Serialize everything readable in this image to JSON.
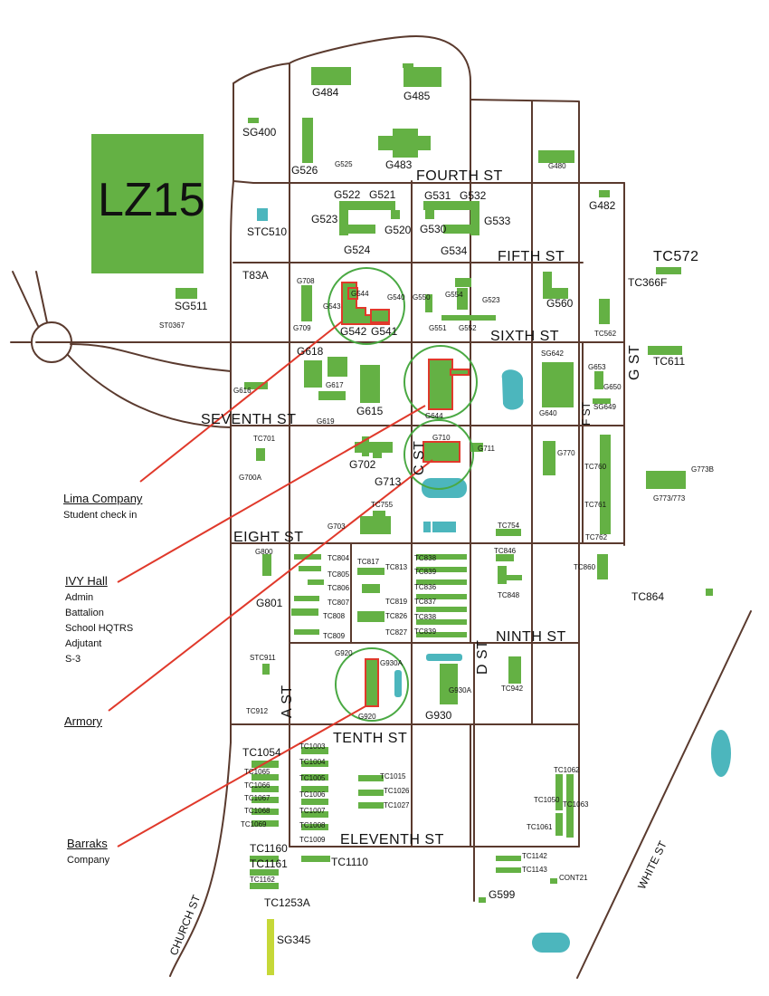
{
  "landing_zone": "LZ15",
  "streets": {
    "fourth": "FOURTH ST",
    "fifth": "FIFTH ST",
    "sixth": "SIXTH ST",
    "seventh": "SEVENTH ST",
    "eighth": "EIGHT ST",
    "ninth": "NINTH ST",
    "tenth": "TENTH ST",
    "eleventh": "ELEVENTH ST",
    "a": "A ST",
    "c": "C ST",
    "d": "D ST",
    "f": "F ST",
    "g": "G ST",
    "church": "CHURCH ST",
    "white": "WHITE ST"
  },
  "buildings": {
    "G484": "G484",
    "G485": "G485",
    "SG400": "SG400",
    "G526": "G526",
    "G525": "G525",
    "G483": "G483",
    "G480": "G480",
    "G482": "G482",
    "STC510": "STC510",
    "T83A": "T83A",
    "G522": "G522",
    "G521": "G521",
    "G523": "G523",
    "G520": "G520",
    "G524": "G524",
    "G531": "G531",
    "G532": "G532",
    "G533": "G533",
    "G530": "G530",
    "G534": "G534",
    "TC572": "TC572",
    "TC366F": "TC366F",
    "SG511": "SG511",
    "ST0367": "ST0367",
    "G708": "G708",
    "G544": "G544",
    "G543": "G543",
    "G542": "G542",
    "G541": "G541",
    "G540": "G540",
    "G709": "G709",
    "G550": "G550",
    "G554": "G554",
    "G523b": "G523",
    "G551": "G551",
    "G552": "G552",
    "G560": "G560",
    "TC562": "TC562",
    "TC611": "TC611",
    "G618": "G618",
    "G617": "G617",
    "G619": "G619",
    "G615": "G615",
    "G616": "G616",
    "G644": "G644",
    "SG642": "SG642",
    "G640": "G640",
    "G653": "G653",
    "G650": "G650",
    "SG649": "SG649",
    "TC701": "TC701",
    "G700A": "G700A",
    "G702": "G702",
    "G710": "G710",
    "G711": "G711",
    "G713": "G713",
    "G770": "G770",
    "TC760": "TC760",
    "G773B": "G773B",
    "G773": "G773/773",
    "TC761": "TC761",
    "TC755": "TC755",
    "G703": "G703",
    "TC754": "TC754",
    "TC762": "TC762",
    "G800": "G800",
    "G801": "G801",
    "TC804": "TC804",
    "TC805": "TC805",
    "TC806": "TC806",
    "TC807": "TC807",
    "TC808": "TC808",
    "TC809": "TC809",
    "TC817": "TC817",
    "TC813": "TC813",
    "TC819": "TC819",
    "TC826": "TC826",
    "TC827": "TC827",
    "TC838": "TC838",
    "TC839": "TC839",
    "TC836": "TC836",
    "TC837": "TC837",
    "TC838b": "TC838",
    "TC839b": "TC839",
    "TC846": "TC846",
    "TC848": "TC848",
    "TC860": "TC860",
    "TC864": "TC864",
    "STC911": "STC911",
    "TC912": "TC912",
    "G920": "G920",
    "G930A": "G930A",
    "G930A2": "G930A",
    "G930": "G930",
    "G920B": "G920",
    "TC942": "TC942",
    "TC1054": "TC1054",
    "TC1003": "TC1003",
    "TC1004": "TC1004",
    "TC1005": "TC1005",
    "TC1006": "TC1006",
    "TC1007": "TC1007",
    "TC1008": "TC1008",
    "TC1009": "TC1009",
    "TC1065": "TC1065",
    "TC1066": "TC1066",
    "TC1067": "TC1067",
    "TC1068": "TC1068",
    "TC1069": "TC1069",
    "TC1015": "TC1015",
    "TC1026": "TC1026",
    "TC1027": "TC1027",
    "TC1062": "TC1062",
    "TC1050": "TC1050",
    "TC1063": "TC1063",
    "TC1061": "TC1061",
    "TC1160": "TC1160",
    "TC1161": "TC1161",
    "TC1162": "TC1162",
    "TC1110": "TC1110",
    "TC1142": "TC1142",
    "TC1143": "TC1143",
    "CONT21": "CONT21",
    "G599": "G599",
    "TC1253A": "TC1253A",
    "SG345": "SG345"
  },
  "legend": {
    "lima": {
      "title": "Lima Company",
      "lines": [
        "Student check in"
      ]
    },
    "ivy": {
      "title": "IVY Hall",
      "lines": [
        "Admin",
        "Battalion",
        "School HQTRS",
        "Adjutant",
        "S-3"
      ]
    },
    "armory": {
      "title": "Armory",
      "lines": []
    },
    "barracks": {
      "title": "Barraks",
      "lines": [
        "Company"
      ]
    }
  },
  "colors": {
    "building": "#64b144",
    "highlight_outline": "#e0392b",
    "pointer_line": "#e0392b",
    "highlight_ring": "#4aa943",
    "water": "#4cb6bd",
    "road": "#5a3a2e",
    "sg345": "#c6d838"
  }
}
